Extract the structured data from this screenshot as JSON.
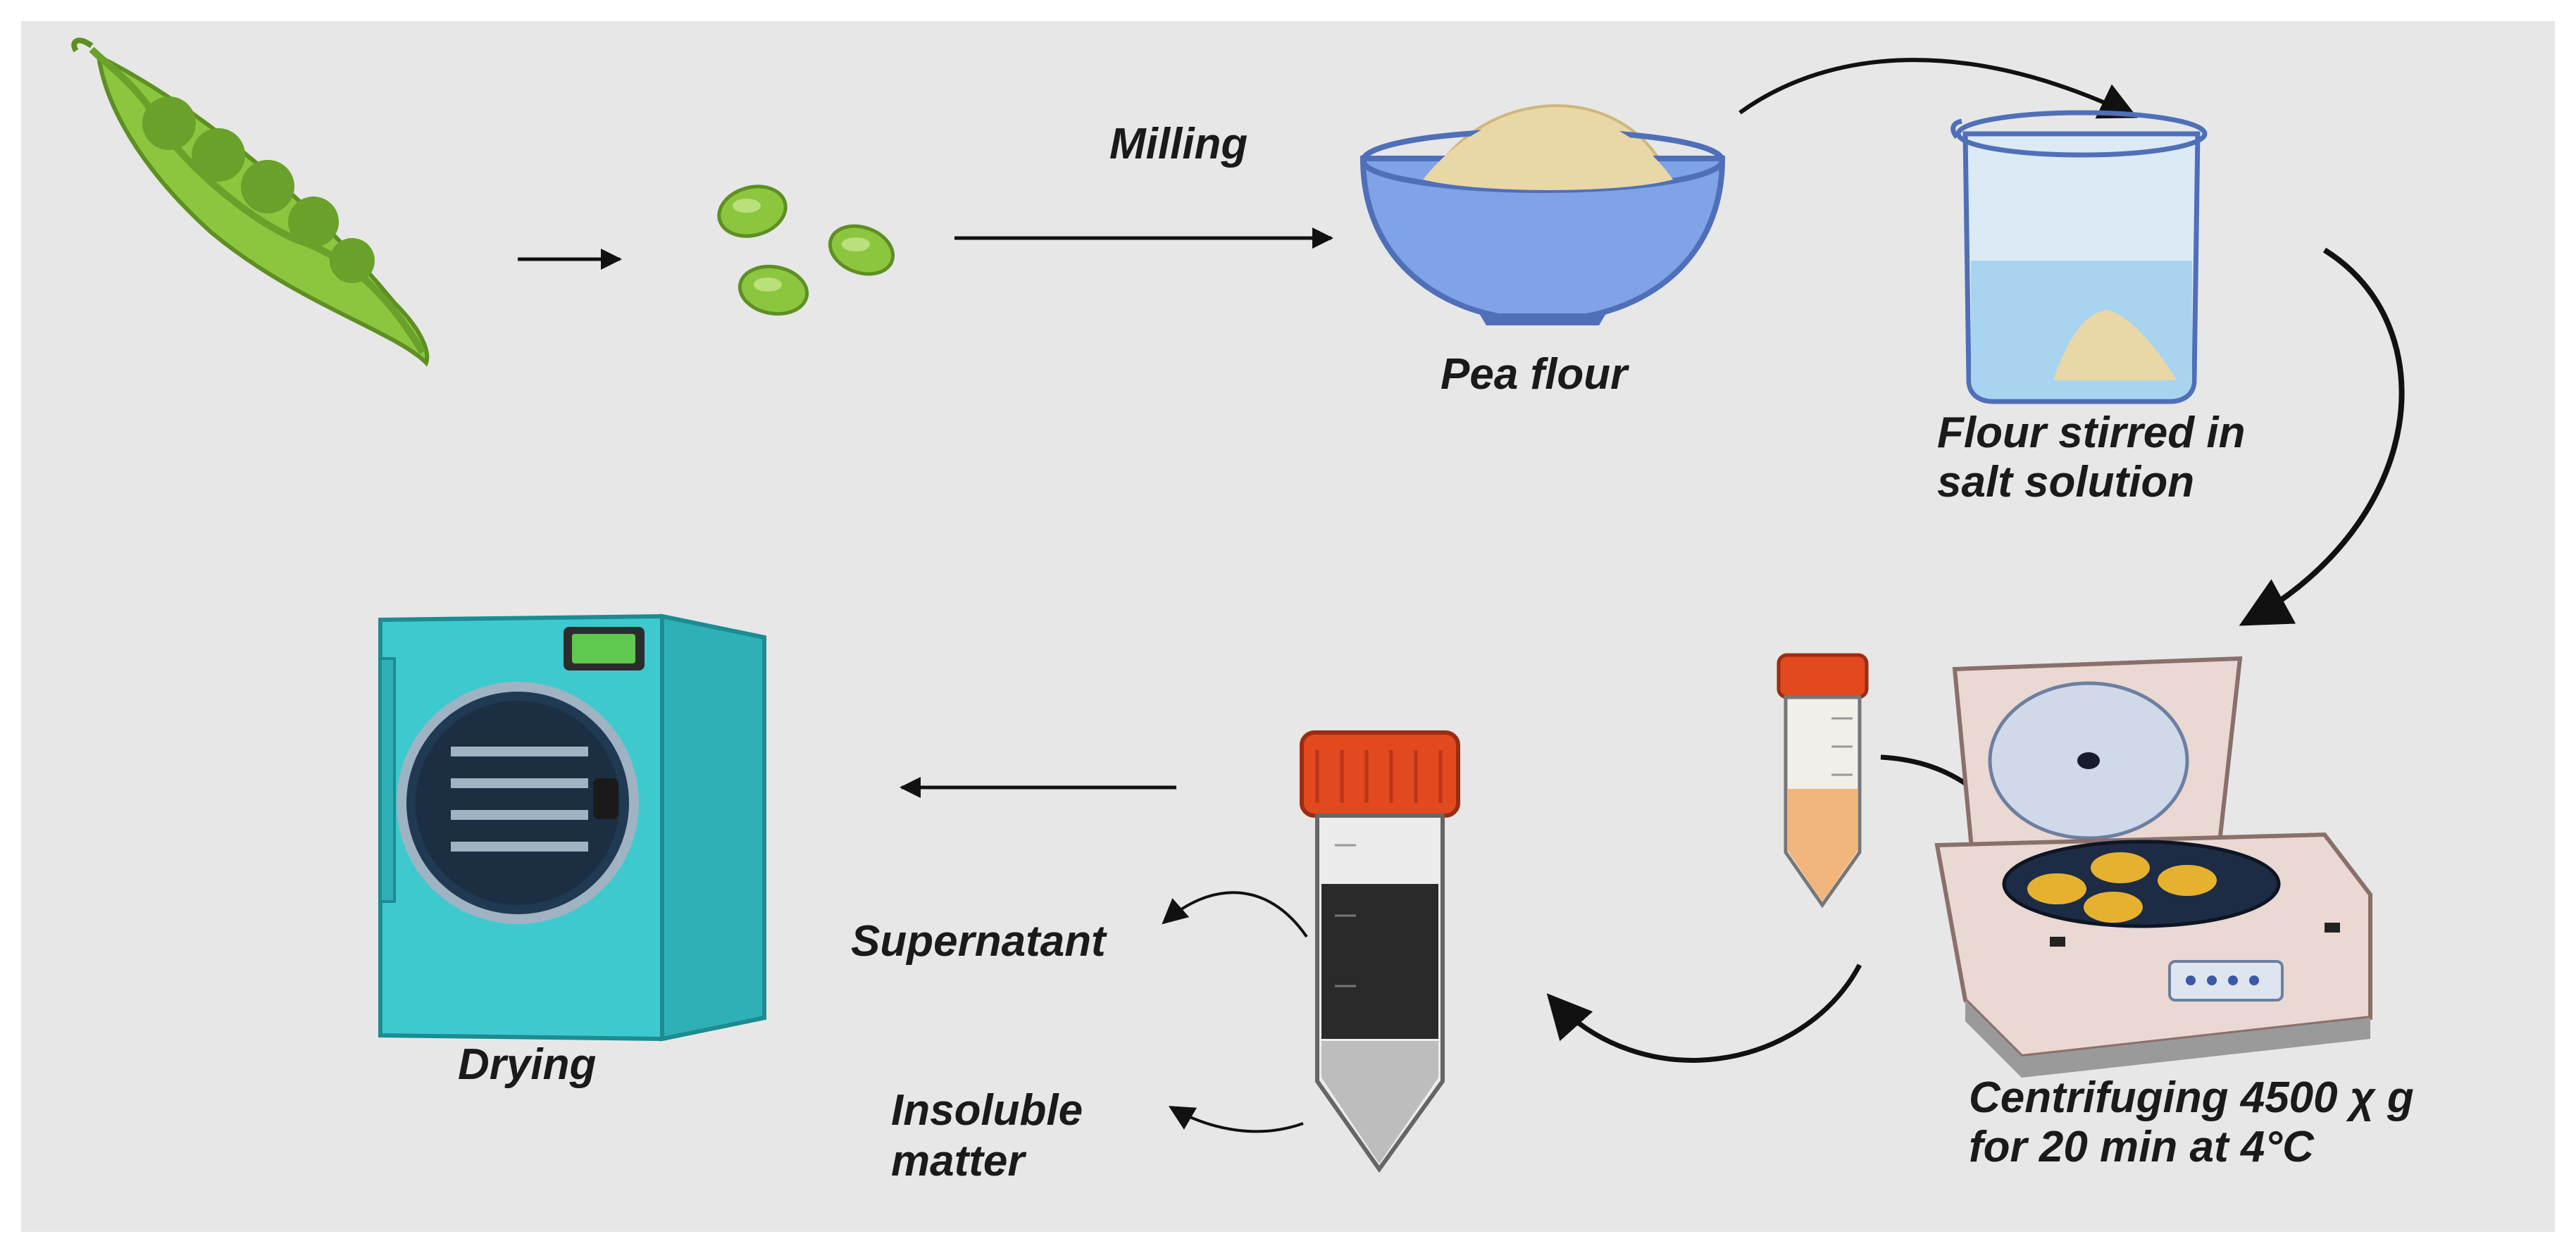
{
  "labels": {
    "milling": "Milling",
    "pea_flour": "Pea flour",
    "flour_stirred": [
      "Flour stirred in",
      "salt solution"
    ],
    "centrifuging": [
      "Centrifuging 4500 χ g",
      "for 20 min at 4°C"
    ],
    "supernatant": "Supernatant",
    "insoluble": [
      "Insoluble",
      "matter"
    ],
    "drying": "Drying"
  },
  "colors": {
    "background": "#e7e7e7",
    "pea_green": "#8cc63f",
    "bowl_blue": "#7fa3e6",
    "flour": "#e9d7a5",
    "beaker_water": "#a9d4f0",
    "tube_cap": "#e2491f",
    "centrifuge_body": "#ead8d3",
    "dryer_teal": "#3ec9cf",
    "arrow": "#111111"
  }
}
